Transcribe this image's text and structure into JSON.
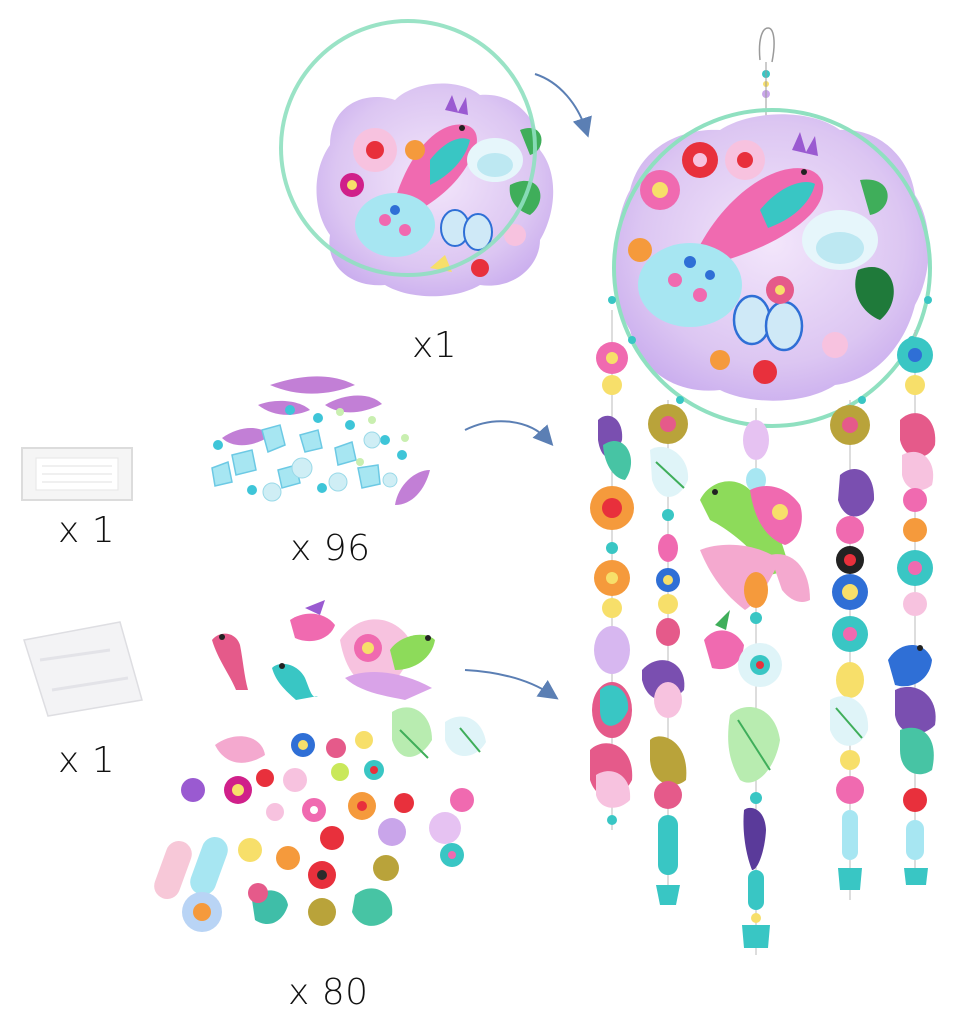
{
  "components": {
    "disc_quantity": "x1",
    "thread_quantity": "x 1",
    "beads_quantity": "x 96",
    "bag_quantity": "x 1",
    "stickers_quantity": "x 80"
  },
  "colors": {
    "ring": "#8fe0c0",
    "disc": "#d8c0f0",
    "arrow": "#5b7fb4",
    "pink": "#f06ab0",
    "magenta": "#d0208a",
    "orange": "#f59a3c",
    "red": "#e8303c",
    "yellow": "#f7df6a",
    "green": "#3fae5a",
    "teal": "#39c6c4",
    "blue": "#2f6fd6",
    "purple": "#9a5ad1",
    "lilac": "#c9a5ea",
    "aqua": "#a7e6f2",
    "pale_blue": "#cfe9f7"
  }
}
